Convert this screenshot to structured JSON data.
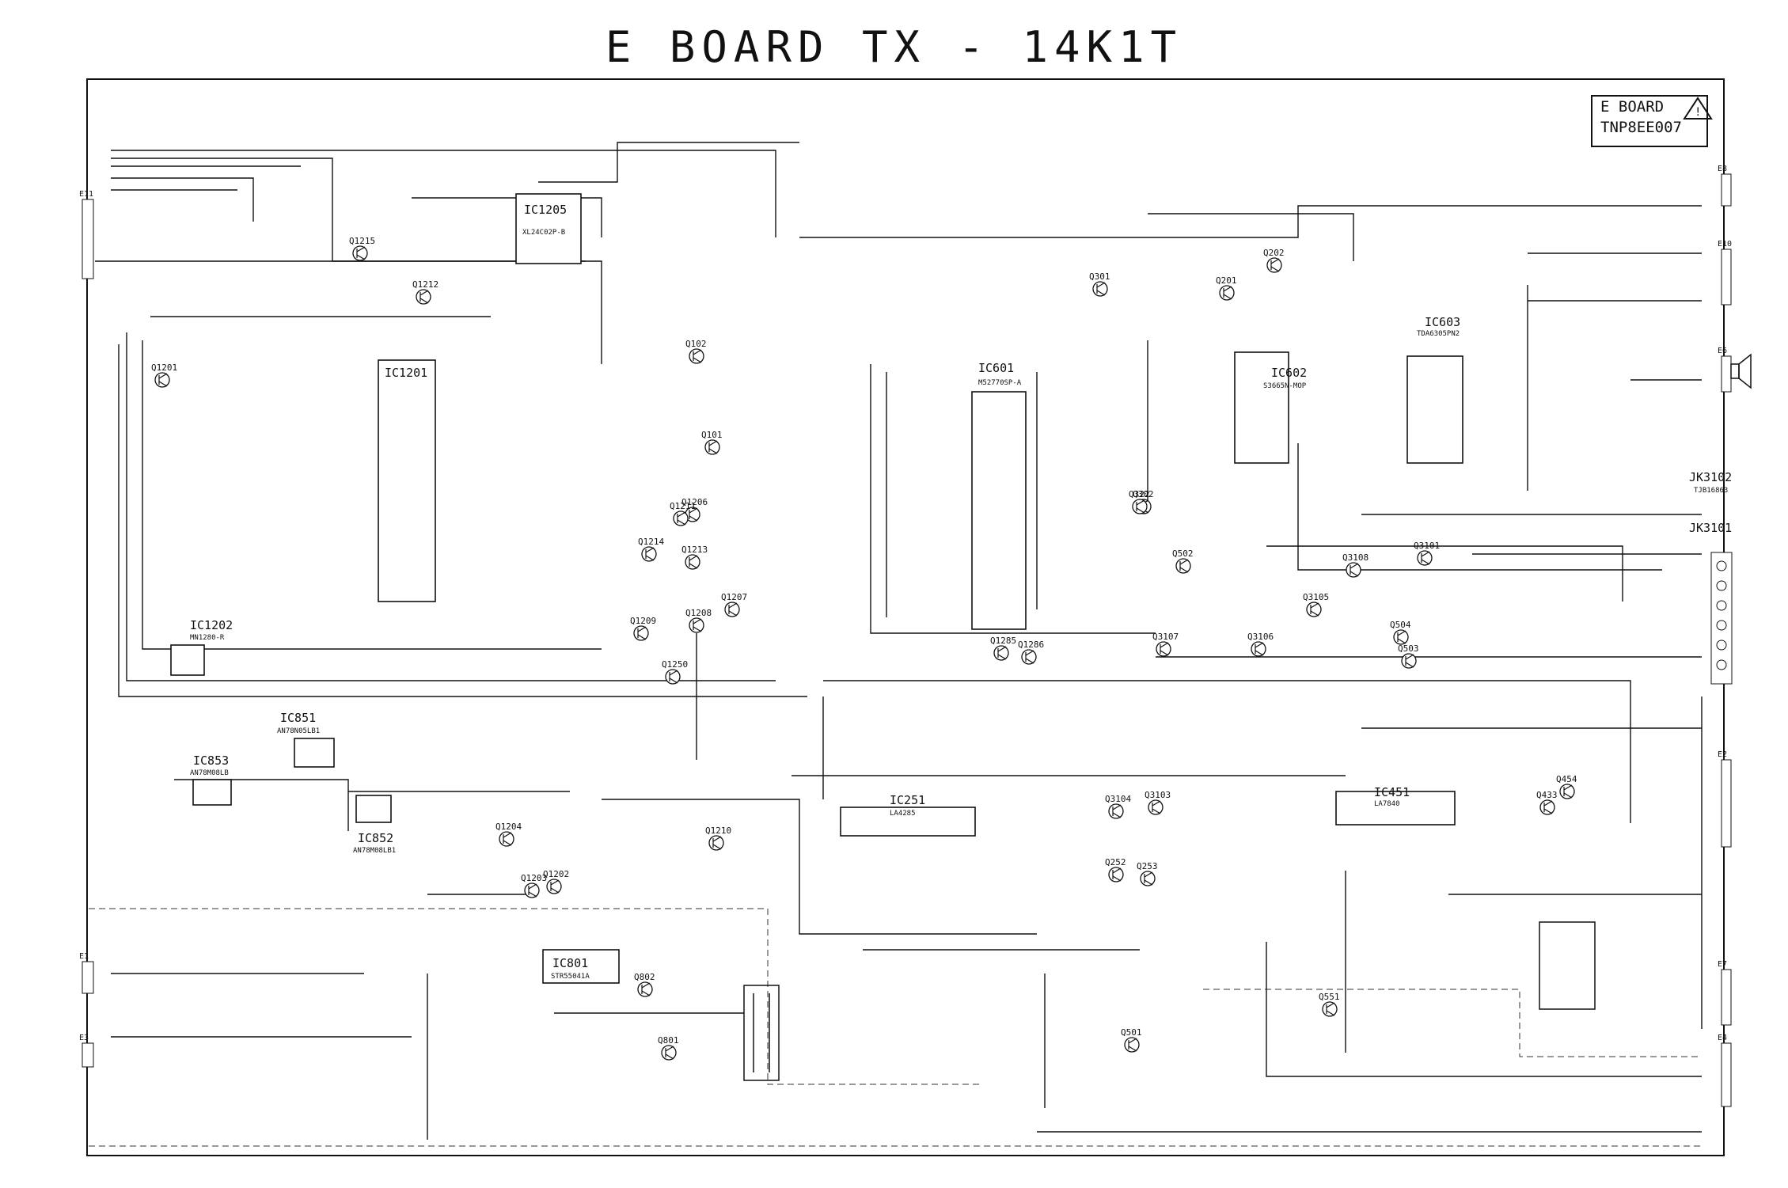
{
  "title": "E BOARD TX - 14K1T",
  "board_label": {
    "line1": "E BOARD",
    "line2": "TNP8EE007"
  },
  "ics": {
    "ic1205": {
      "ref": "IC1205",
      "part": "XL24C02P-B"
    },
    "ic1201": {
      "ref": "IC1201"
    },
    "ic601": {
      "ref": "IC601",
      "part": "M52770SP-A"
    },
    "ic602": {
      "ref": "IC602",
      "part": "S3665N-MOP"
    },
    "ic603": {
      "ref": "IC603",
      "part": "TDA6305PN2"
    },
    "ic1202": {
      "ref": "IC1202",
      "part": "MN1280-R"
    },
    "ic851": {
      "ref": "IC851",
      "part": "AN78N05LB1"
    },
    "ic853": {
      "ref": "IC853",
      "part": "AN78M08LB"
    },
    "ic852": {
      "ref": "IC852",
      "part": "AN78M08LB1"
    },
    "ic251": {
      "ref": "IC251",
      "part": "LA4285"
    },
    "ic451": {
      "ref": "IC451",
      "part": "LA7840"
    },
    "ic801": {
      "ref": "IC801",
      "part": "STR55041A"
    }
  },
  "jacks": {
    "jk3102": {
      "ref": "JK3102",
      "part": "TJB16863"
    },
    "jk3101": {
      "ref": "JK3101"
    }
  },
  "transistors": [
    "Q1201",
    "Q1212",
    "Q1215",
    "Q102",
    "Q101",
    "Q301",
    "Q302",
    "Q201",
    "Q202",
    "Q322",
    "Q1206",
    "Q1211",
    "Q1213",
    "Q1214",
    "Q1207",
    "Q1208",
    "Q1209",
    "Q1250",
    "Q1285",
    "Q1286",
    "Q3107",
    "Q3106",
    "Q3105",
    "Q3108",
    "Q3101",
    "Q502",
    "Q504",
    "Q503",
    "Q1204",
    "Q1203",
    "Q1202",
    "Q1210",
    "Q3104",
    "Q3103",
    "Q252",
    "Q253",
    "Q454",
    "Q433",
    "Q802",
    "Q801",
    "Q501",
    "Q551"
  ],
  "connectors": [
    "E11",
    "E8",
    "E10",
    "E6",
    "E2",
    "E7",
    "E4",
    "E1",
    "E3"
  ]
}
